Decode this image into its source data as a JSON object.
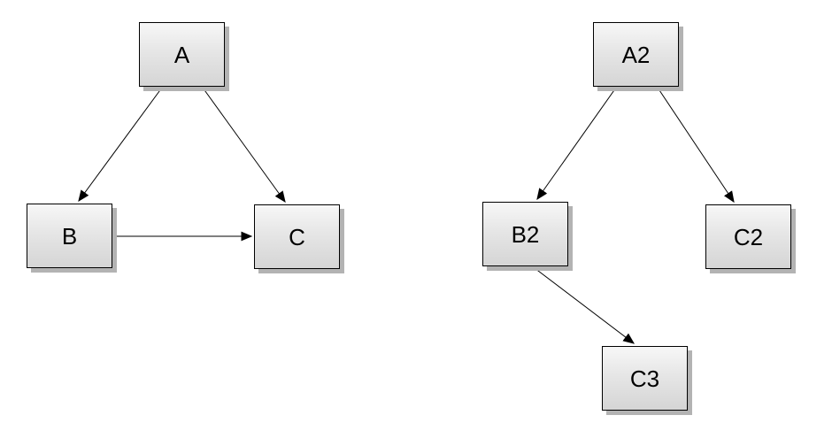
{
  "page": {
    "background_color": "#ffffff"
  },
  "diagram": {
    "left_graph": {
      "nodes": [
        {
          "id": "A",
          "label": "A"
        },
        {
          "id": "B",
          "label": "B"
        },
        {
          "id": "C",
          "label": "C"
        }
      ],
      "edges": [
        {
          "from": "A",
          "to": "B"
        },
        {
          "from": "A",
          "to": "C"
        },
        {
          "from": "B",
          "to": "C"
        }
      ]
    },
    "right_graph": {
      "nodes": [
        {
          "id": "A2",
          "label": "A2"
        },
        {
          "id": "B2",
          "label": "B2"
        },
        {
          "id": "C2",
          "label": "C2"
        },
        {
          "id": "C3",
          "label": "C3"
        }
      ],
      "edges": [
        {
          "from": "A2",
          "to": "B2"
        },
        {
          "from": "A2",
          "to": "C2"
        },
        {
          "from": "B2",
          "to": "C3"
        }
      ]
    },
    "node_style": {
      "fill_top": "#f7f7f7",
      "fill_bottom": "#d5d5d5",
      "border_color": "#000000",
      "shadow_color": "#b3b3b3",
      "text_color": "#000000"
    },
    "edge_style": {
      "line_color": "#000000",
      "arrowhead": "filled-triangle"
    }
  }
}
